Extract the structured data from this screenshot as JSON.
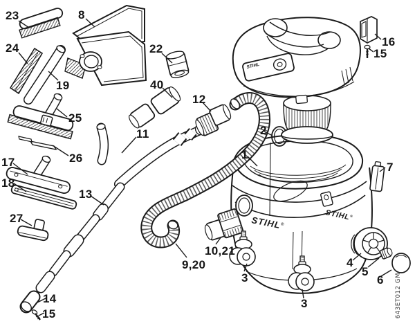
{
  "diagram": {
    "drawing_code": "643ET012 GM"
  },
  "branding": {
    "container_logo": "STIHL",
    "registered_mark": "®",
    "panel_logo": "STIHL"
  },
  "callouts": [
    {
      "text": "23"
    },
    {
      "text": "8"
    },
    {
      "text": "22"
    },
    {
      "text": "16"
    },
    {
      "text": "15"
    },
    {
      "text": "24"
    },
    {
      "text": "19"
    },
    {
      "text": "40"
    },
    {
      "text": "12"
    },
    {
      "text": "25"
    },
    {
      "text": "26"
    },
    {
      "text": "11"
    },
    {
      "text": "2"
    },
    {
      "text": "1"
    },
    {
      "text": "7"
    },
    {
      "text": "17"
    },
    {
      "text": "18"
    },
    {
      "text": "13"
    },
    {
      "text": "27"
    },
    {
      "text": "10,21"
    },
    {
      "text": "9,20"
    },
    {
      "text": "3"
    },
    {
      "text": "4"
    },
    {
      "text": "5"
    },
    {
      "text": "6"
    },
    {
      "text": "3"
    },
    {
      "text": "14"
    },
    {
      "text": "15"
    }
  ]
}
